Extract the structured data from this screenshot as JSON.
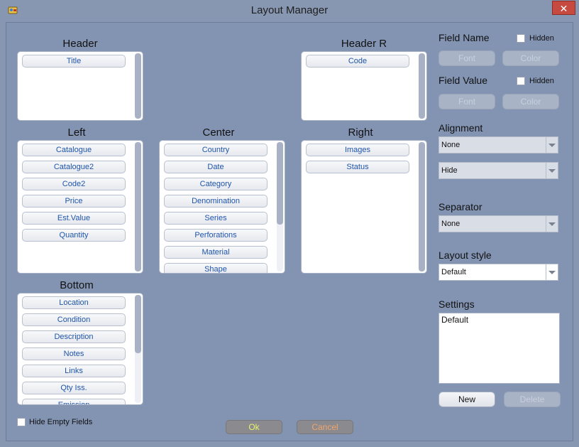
{
  "window": {
    "title": "Layout Manager",
    "close_glyph": "✕",
    "app_icon": "layout-manager-app-icon"
  },
  "sections": {
    "header": {
      "title": "Header",
      "items": [
        "Title"
      ]
    },
    "header_r": {
      "title": "Header R",
      "items": [
        "Code"
      ]
    },
    "left": {
      "title": "Left",
      "items": [
        "Catalogue",
        "Catalogue2",
        "Code2",
        "Price",
        "Est.Value",
        "Quantity"
      ]
    },
    "center": {
      "title": "Center",
      "items": [
        "Country",
        "Date",
        "Category",
        "Denomination",
        "Series",
        "Perforations",
        "Material",
        "Shape"
      ]
    },
    "right": {
      "title": "Right",
      "items": [
        "Images",
        "Status"
      ]
    },
    "bottom": {
      "title": "Bottom",
      "items": [
        "Location",
        "Condition",
        "Description",
        "Notes",
        "Links",
        "Qty Iss.",
        "Emission"
      ]
    }
  },
  "field_name": {
    "label": "Field Name",
    "hidden_label": "Hidden",
    "hidden_checked": false,
    "font_button": "Font",
    "color_button": "Color"
  },
  "field_value": {
    "label": "Field Value",
    "hidden_label": "Hidden",
    "hidden_checked": false,
    "font_button": "Font",
    "color_button": "Color"
  },
  "alignment": {
    "label": "Alignment",
    "value": "None",
    "value2": "Hide"
  },
  "separator": {
    "label": "Separator",
    "value": "None"
  },
  "layout_style": {
    "label": "Layout style",
    "value": "Default"
  },
  "settings": {
    "label": "Settings",
    "items": [
      "Default"
    ],
    "new_button": "New",
    "delete_button": "Delete"
  },
  "hide_empty": {
    "label": "Hide Empty Fields",
    "checked": false
  },
  "buttons": {
    "ok": "Ok",
    "cancel": "Cancel"
  },
  "colors": {
    "ok_text": "#e8f36a",
    "cancel_text": "#f0a56b",
    "chip_text": "#1f54a8"
  }
}
